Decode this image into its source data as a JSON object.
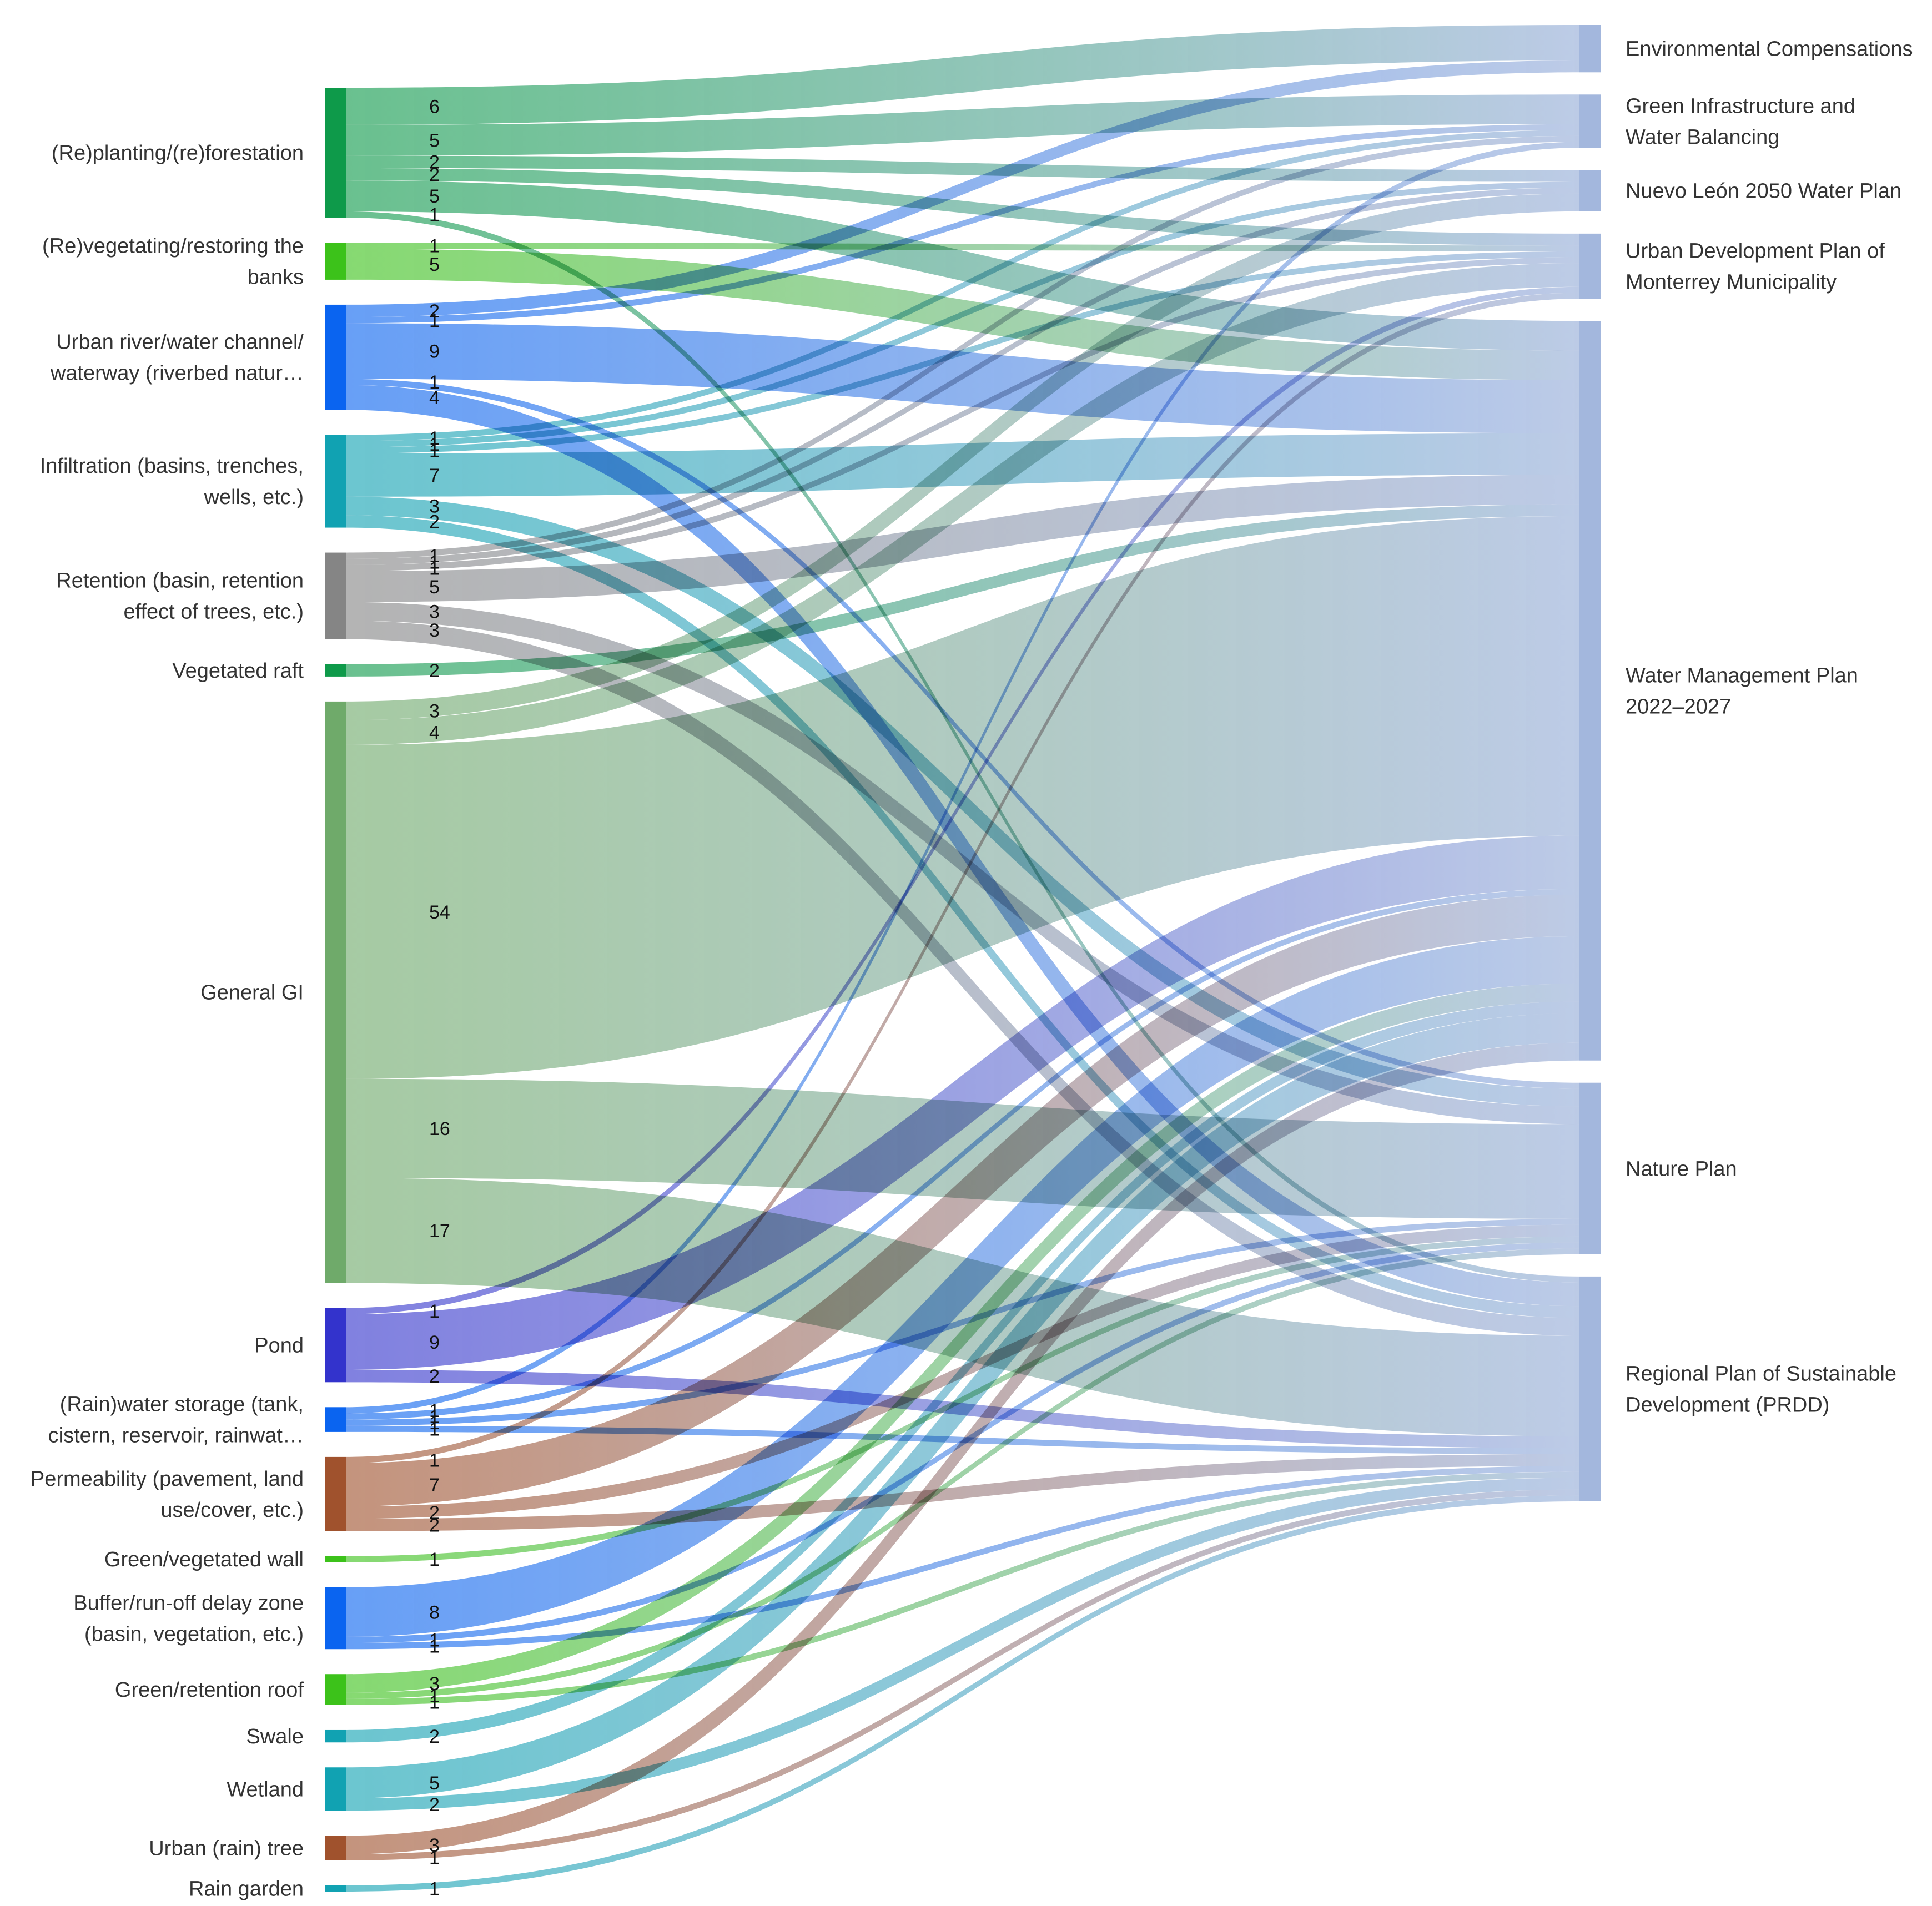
{
  "chart_data": {
    "type": "sankey",
    "sources": [
      {
        "id": "replanting",
        "lines": [
          "(Re)planting/(re)forestation"
        ],
        "color": "#0e9a4a"
      },
      {
        "id": "revegetating",
        "lines": [
          "(Re)vegetating/restoring the",
          "banks"
        ],
        "color": "#3cc21a"
      },
      {
        "id": "urban_river",
        "lines": [
          "Urban river/water channel/",
          "waterway (riverbed natur…"
        ],
        "color": "#0a64f0"
      },
      {
        "id": "infiltration",
        "lines": [
          "Infiltration (basins, trenches,",
          "wells, etc.)"
        ],
        "color": "#11a2b2"
      },
      {
        "id": "retention",
        "lines": [
          "Retention (basin, retention",
          "effect of trees, etc.)"
        ],
        "color": "#858585"
      },
      {
        "id": "vegetated_raft",
        "lines": [
          "Vegetated raft"
        ],
        "color": "#0e9a4a"
      },
      {
        "id": "general_gi",
        "lines": [
          "General GI"
        ],
        "color": "#6faa6a"
      },
      {
        "id": "pond",
        "lines": [
          "Pond"
        ],
        "color": "#3333cc"
      },
      {
        "id": "rain_storage",
        "lines": [
          "(Rain)water storage (tank,",
          "cistern, reservoir, rainwat…"
        ],
        "color": "#0a64f0"
      },
      {
        "id": "permeability",
        "lines": [
          "Permeability (pavement, land",
          "use/cover, etc.)"
        ],
        "color": "#a0522d"
      },
      {
        "id": "green_wall",
        "lines": [
          "Green/vegetated wall"
        ],
        "color": "#3cc21a"
      },
      {
        "id": "buffer",
        "lines": [
          "Buffer/run-off delay zone",
          "(basin, vegetation, etc.)"
        ],
        "color": "#0a64f0"
      },
      {
        "id": "green_roof",
        "lines": [
          "Green/retention roof"
        ],
        "color": "#3cc21a"
      },
      {
        "id": "swale",
        "lines": [
          "Swale"
        ],
        "color": "#11a2b2"
      },
      {
        "id": "wetland",
        "lines": [
          "Wetland"
        ],
        "color": "#11a2b2"
      },
      {
        "id": "rain_tree",
        "lines": [
          "Urban (rain) tree"
        ],
        "color": "#a0522d"
      },
      {
        "id": "rain_garden",
        "lines": [
          "Rain garden"
        ],
        "color": "#11a2b2"
      }
    ],
    "targets": [
      {
        "id": "env_comp",
        "lines": [
          "Environmental Compensations"
        ],
        "color": "#a3b7dd"
      },
      {
        "id": "gi_water",
        "lines": [
          "Green Infrastructure and",
          "Water Balancing"
        ],
        "color": "#a3b7dd"
      },
      {
        "id": "nl2050",
        "lines": [
          "Nuevo León 2050 Water Plan"
        ],
        "color": "#a3b7dd"
      },
      {
        "id": "udp",
        "lines": [
          "Urban Development Plan of",
          "Monterrey Municipality"
        ],
        "color": "#a3b7dd"
      },
      {
        "id": "wmp",
        "lines": [
          "Water Management Plan",
          "2022–2027"
        ],
        "color": "#a3b7dd"
      },
      {
        "id": "nature",
        "lines": [
          "Nature Plan"
        ],
        "color": "#a3b7dd"
      },
      {
        "id": "prdd",
        "lines": [
          "Regional Plan of Sustainable",
          "Development (PRDD)"
        ],
        "color": "#a3b7dd"
      }
    ],
    "links": [
      {
        "source": "replanting",
        "target": "env_comp",
        "value": 6
      },
      {
        "source": "replanting",
        "target": "gi_water",
        "value": 5
      },
      {
        "source": "replanting",
        "target": "nl2050",
        "value": 2
      },
      {
        "source": "replanting",
        "target": "udp",
        "value": 2
      },
      {
        "source": "replanting",
        "target": "wmp",
        "value": 5
      },
      {
        "source": "replanting",
        "target": "prdd",
        "value": 1
      },
      {
        "source": "revegetating",
        "target": "udp",
        "value": 1
      },
      {
        "source": "revegetating",
        "target": "wmp",
        "value": 5
      },
      {
        "source": "urban_river",
        "target": "env_comp",
        "value": 2
      },
      {
        "source": "urban_river",
        "target": "gi_water",
        "value": 1
      },
      {
        "source": "urban_river",
        "target": "wmp",
        "value": 9
      },
      {
        "source": "urban_river",
        "target": "nature",
        "value": 1
      },
      {
        "source": "urban_river",
        "target": "prdd",
        "value": 4
      },
      {
        "source": "infiltration",
        "target": "gi_water",
        "value": 1
      },
      {
        "source": "infiltration",
        "target": "nl2050",
        "value": 1
      },
      {
        "source": "infiltration",
        "target": "udp",
        "value": 1
      },
      {
        "source": "infiltration",
        "target": "wmp",
        "value": 7
      },
      {
        "source": "infiltration",
        "target": "nature",
        "value": 3
      },
      {
        "source": "infiltration",
        "target": "prdd",
        "value": 2
      },
      {
        "source": "retention",
        "target": "gi_water",
        "value": 1
      },
      {
        "source": "retention",
        "target": "nl2050",
        "value": 1
      },
      {
        "source": "retention",
        "target": "udp",
        "value": 1
      },
      {
        "source": "retention",
        "target": "wmp",
        "value": 5
      },
      {
        "source": "retention",
        "target": "nature",
        "value": 3
      },
      {
        "source": "retention",
        "target": "prdd",
        "value": 3
      },
      {
        "source": "vegetated_raft",
        "target": "wmp",
        "value": 2
      },
      {
        "source": "general_gi",
        "target": "nl2050",
        "value": 3
      },
      {
        "source": "general_gi",
        "target": "udp",
        "value": 4
      },
      {
        "source": "general_gi",
        "target": "wmp",
        "value": 54
      },
      {
        "source": "general_gi",
        "target": "nature",
        "value": 16
      },
      {
        "source": "general_gi",
        "target": "prdd",
        "value": 17
      },
      {
        "source": "pond",
        "target": "udp",
        "value": 1
      },
      {
        "source": "pond",
        "target": "wmp",
        "value": 9
      },
      {
        "source": "pond",
        "target": "prdd",
        "value": 2
      },
      {
        "source": "rain_storage",
        "target": "gi_water",
        "value": 1
      },
      {
        "source": "rain_storage",
        "target": "wmp",
        "value": 1
      },
      {
        "source": "rain_storage",
        "target": "nature",
        "value": 1
      },
      {
        "source": "rain_storage",
        "target": "prdd",
        "value": 1
      },
      {
        "source": "permeability",
        "target": "udp",
        "value": 1
      },
      {
        "source": "permeability",
        "target": "wmp",
        "value": 7
      },
      {
        "source": "permeability",
        "target": "nature",
        "value": 2
      },
      {
        "source": "permeability",
        "target": "prdd",
        "value": 2
      },
      {
        "source": "green_wall",
        "target": "nature",
        "value": 1
      },
      {
        "source": "buffer",
        "target": "wmp",
        "value": 8
      },
      {
        "source": "buffer",
        "target": "nature",
        "value": 1
      },
      {
        "source": "buffer",
        "target": "prdd",
        "value": 1
      },
      {
        "source": "green_roof",
        "target": "wmp",
        "value": 3
      },
      {
        "source": "green_roof",
        "target": "nature",
        "value": 1
      },
      {
        "source": "green_roof",
        "target": "prdd",
        "value": 1
      },
      {
        "source": "swale",
        "target": "wmp",
        "value": 2
      },
      {
        "source": "wetland",
        "target": "wmp",
        "value": 5
      },
      {
        "source": "wetland",
        "target": "prdd",
        "value": 2
      },
      {
        "source": "rain_tree",
        "target": "wmp",
        "value": 3
      },
      {
        "source": "rain_tree",
        "target": "prdd",
        "value": 1
      },
      {
        "source": "rain_garden",
        "target": "prdd",
        "value": 1
      }
    ]
  }
}
